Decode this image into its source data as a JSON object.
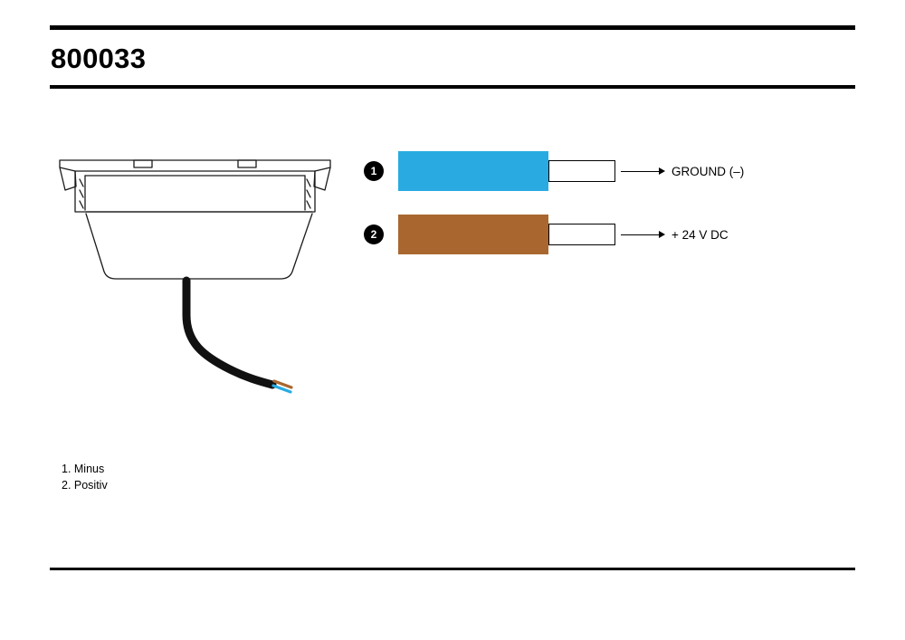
{
  "page": {
    "title": "800033"
  },
  "diagram": {
    "wires": [
      {
        "number": "1",
        "color": "#29abe2",
        "label": "GROUND (–)"
      },
      {
        "number": "2",
        "color": "#a9672f",
        "label": "+ 24 V DC"
      }
    ],
    "legend": [
      {
        "text": "1. Minus"
      },
      {
        "text": "2. Positiv"
      }
    ]
  }
}
